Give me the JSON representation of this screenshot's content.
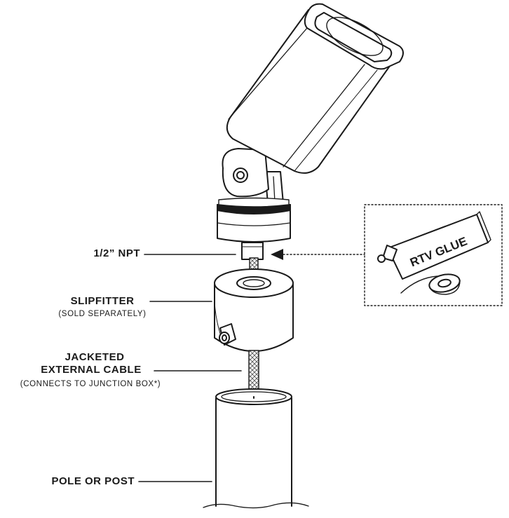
{
  "labels": {
    "npt": "1/2” NPT",
    "slipfitter": "SLIPFITTER",
    "slipfitter_note": "(SOLD SEPARATELY)",
    "cable_line1": "JACKETED",
    "cable_line2": "EXTERNAL CABLE",
    "cable_note": "(CONNECTS TO JUNCTION BOX*)",
    "pole": "POLE OR POST",
    "glue": "RTV GLUE"
  },
  "icons": [
    "spotlight-fixture",
    "tube-icon",
    "tape-roll-icon",
    "arrow-right-icon"
  ],
  "colors": {
    "ink": "#1a1a1a",
    "background": "#ffffff"
  }
}
